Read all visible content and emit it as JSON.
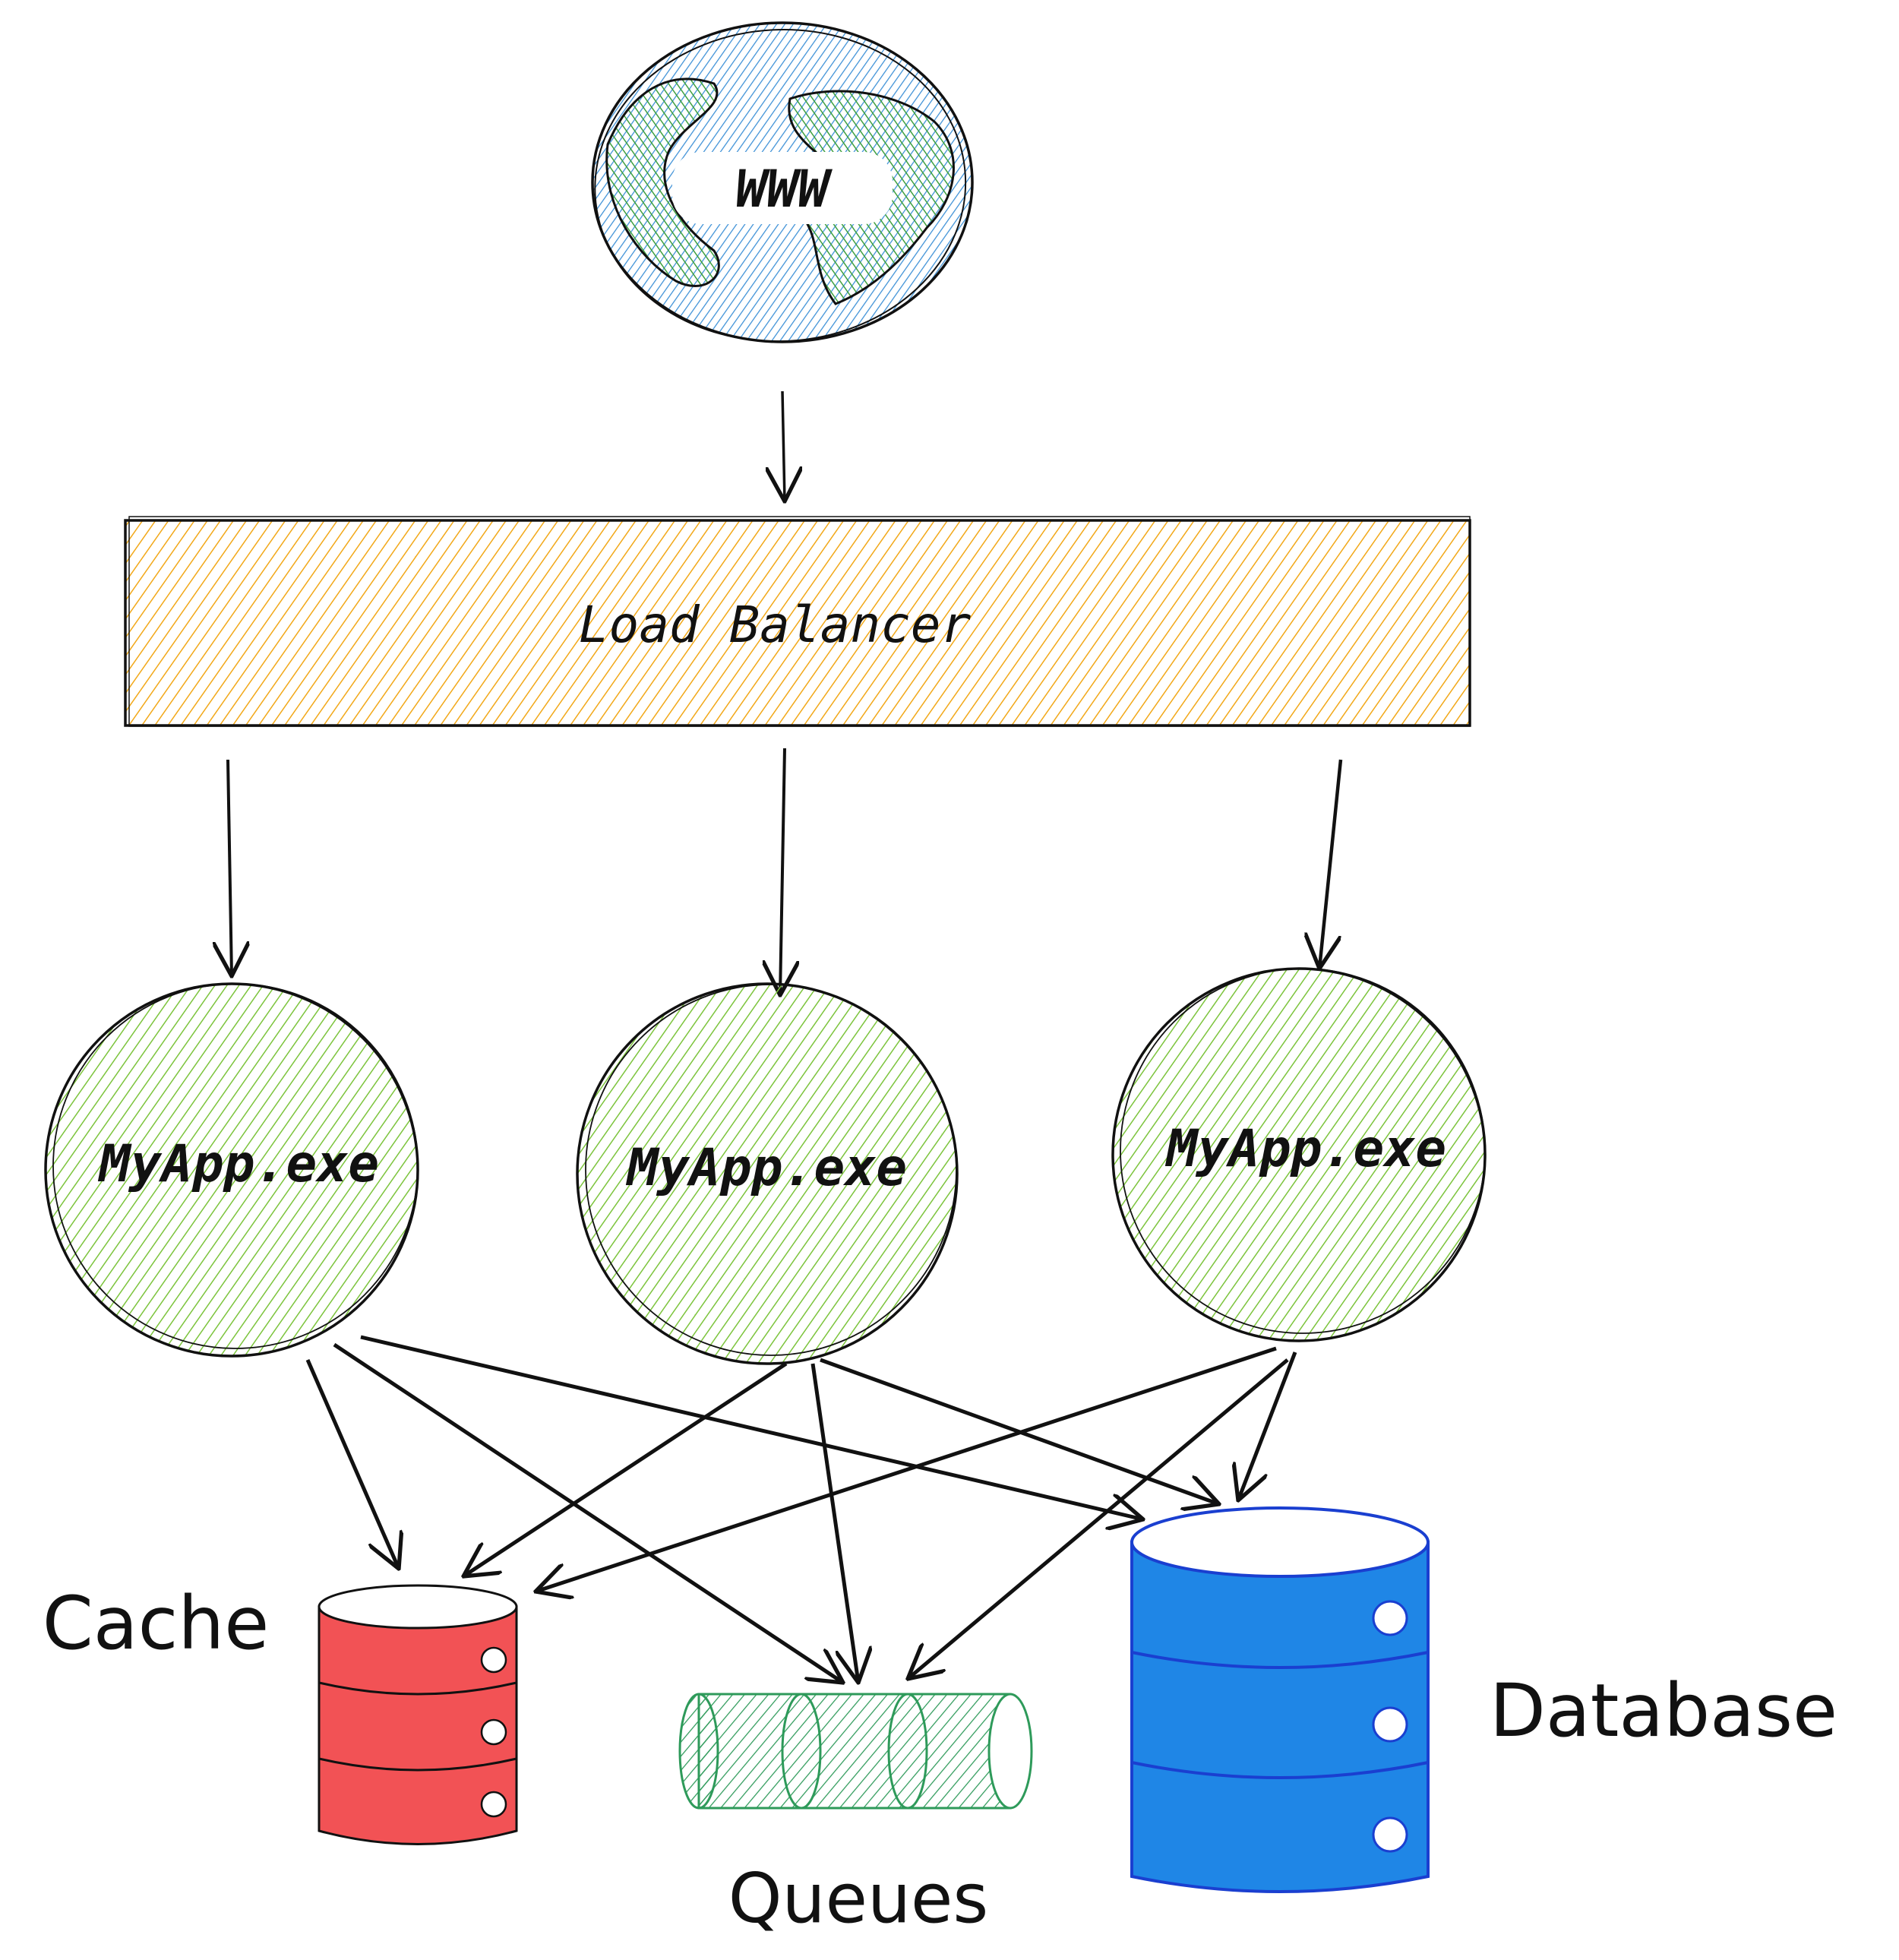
{
  "diagram": {
    "internet": {
      "label": "WWW"
    },
    "load_balancer": {
      "label": "Load Balancer"
    },
    "app_nodes": [
      {
        "label": "MyApp.exe"
      },
      {
        "label": "MyApp.exe"
      },
      {
        "label": "MyApp.exe"
      }
    ],
    "cache": {
      "label": "Cache"
    },
    "queues": {
      "label": "Queues"
    },
    "database": {
      "label": "Database"
    }
  },
  "colors": {
    "globe_water": "#3a8fd6",
    "globe_land": "#40a040",
    "load_balancer_fill": "#f2a818",
    "app_fill": "#7cc43c",
    "cache_fill": "#f25255",
    "queue_fill": "#2e9a5a",
    "database_fill": "#1f86e6",
    "database_stroke": "#1a3fd0",
    "ink": "#111111"
  }
}
